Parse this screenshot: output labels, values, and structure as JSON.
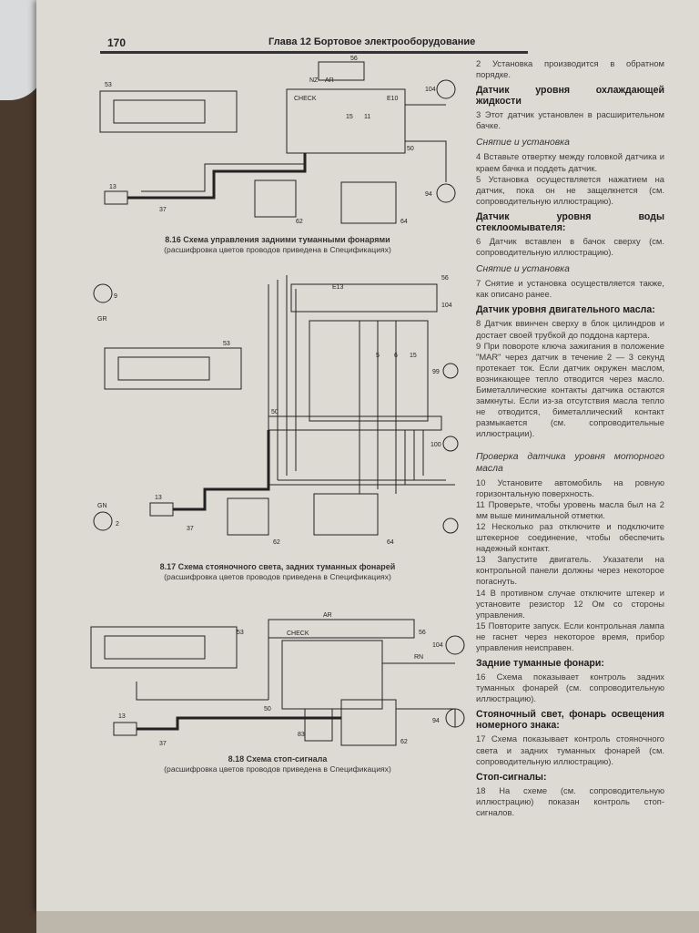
{
  "header": {
    "page_number": "170",
    "title": "Глава 12 Бортовое электрооборудование"
  },
  "figures": [
    {
      "number": "8.16",
      "title": "Схема управления задними туманными фонарями",
      "note": "(расшифровка цветов проводов приведена в Спецификациях)",
      "labels": [
        "53",
        "56",
        "E10",
        "104",
        "94",
        "13",
        "37",
        "62",
        "64",
        "50",
        "CHECK",
        "AR",
        "NZ",
        "15",
        "11"
      ]
    },
    {
      "number": "8.17",
      "title": "Схема стояночного света, задних туманных фонарей",
      "note": "(расшифровка цветов проводов приведена в Спецификациях)",
      "labels": [
        "9",
        "53",
        "56",
        "E13",
        "104",
        "99",
        "100",
        "2",
        "13",
        "37",
        "62",
        "64",
        "50",
        "GR",
        "GN",
        "5",
        "6",
        "15"
      ]
    },
    {
      "number": "8.18",
      "title": "Схема стоп-сигнала",
      "note": "(расшифровка цветов проводов приведена в Спецификациях)",
      "labels": [
        "53",
        "56",
        "104",
        "94",
        "13",
        "37",
        "83",
        "62",
        "50",
        "CHECK",
        "RN",
        "AR"
      ]
    }
  ],
  "text": {
    "p2": "2 Установка производится в обратном порядке.",
    "h_coolant": "Датчик уровня охлаждающей жидкости",
    "p3": "3 Этот датчик установлен в расширительном бачке.",
    "s1": "Снятие и установка",
    "p4": "4 Вставьте отвертку между головкой датчика и краем бачка и поддеть датчик.",
    "p5": "5 Установка осуществляется нажатием на датчик, пока он не защелкнется (см. сопроводительную иллюстрацию).",
    "h_washer": "Датчик уровня воды стеклоомывателя:",
    "p6": "6 Датчик вставлен в бачок сверху (см. сопроводительную иллюстрацию).",
    "s2": "Снятие и установка",
    "p7": "7 Снятие и установка осуществляется также, как описано ранее.",
    "h_oil": "Датчик уровня двигательного масла:",
    "p8": "8 Датчик ввинчен сверху в блок цилиндров и достает своей трубкой до поддона картера.",
    "p9": "9 При повороте ключа зажигания в положение \"MAR\" через датчик в течение 2 — 3 секунд протекает ток. Если датчик окружен маслом, возникающее тепло отводится через масло. Биметаллические контакты датчика остаются замкнуты. Если из-за отсутствия масла тепло не отводится, биметаллический контакт размыкается (см. сопроводительные иллюстрации).",
    "s3": "Проверка датчика уровня моторного масла",
    "p10": "10 Установите автомобиль на ровную горизонтальную поверхность.",
    "p11": "11 Проверьте, чтобы уровень масла был на 2 мм выше минимальной отметки.",
    "p12": "12 Несколько раз отключите и подключите штекерное соединение, чтобы обеспечить надежный контакт.",
    "p13": "13 Запустите двигатель. Указатели на контрольной панели должны через некоторое погаснуть.",
    "p14": "14 В противном случае отключите штекер и установите резистор 12 Ом со стороны управления.",
    "p15": "15 Повторите запуск. Если контрольная лампа не гаснет через некоторое время, прибор управления неисправен.",
    "h_fog": "Задние туманные фонари:",
    "p16": "16 Схема показывает контроль задних туманных фонарей (см. сопроводительную иллюстрацию).",
    "h_park": "Стояночный свет, фонарь освещения номерного знака:",
    "p17": "17 Схема показывает контроль стояночного света и задних туманных фонарей (см. сопроводительную иллюстрацию).",
    "h_stop": "Стоп-сигналы:",
    "p18": "18 На схеме (см. сопроводительную иллюстрацию) показан контроль стоп-сигналов."
  }
}
